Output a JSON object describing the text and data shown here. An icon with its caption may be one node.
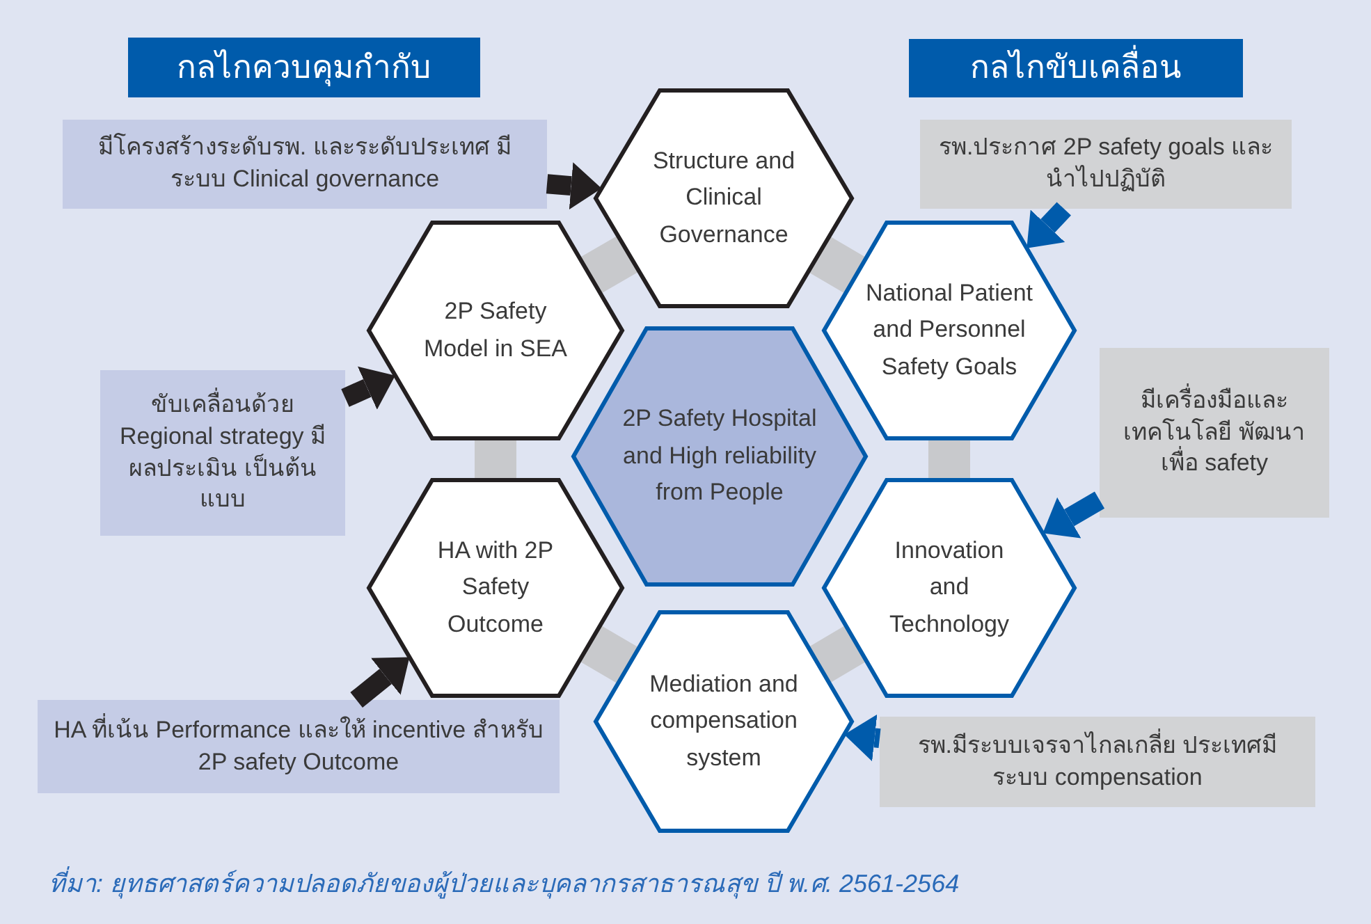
{
  "diagram": {
    "caption": "ที่มา: ยุทธศาสตร์ความปลอดภัยของผู้ป่วยและบุคลากรสาธารณสุข ปี พ.ศ. 2561-2564",
    "nodes": [
      {
        "text": [
          "กลไกควบคุมกำกับ"
        ]
      },
      {
        "text": [
          "กลไกขับเคลื่อน"
        ]
      },
      {
        "text": [
          "มีโครงสร้างระดับรพ. และระดับประเทศ มีระบบ Clinical governance"
        ]
      },
      {
        "text": [
          "Structure and Clinical Governance"
        ]
      },
      {
        "text": [
          "รพ.ประกาศ 2P safety goals และนำไปปฏิบัติ"
        ]
      },
      {
        "text": [
          "2P Safety Model in SEA"
        ]
      },
      {
        "text": [
          "National Patient and Personnel Safety Goals"
        ]
      },
      {
        "text": [
          "ขับเคลื่อนด้วย Regional strategy มีผลประเมิน เป็นต้นแบบ"
        ]
      },
      {
        "text": [
          "2P Safety Hospital and High reliability from People"
        ]
      },
      {
        "text": [
          "มีเครื่องมือและ เทคโนโลยี พัฒนาเพื่อ safety"
        ]
      },
      {
        "text": [
          "HA with 2P Safety Outcome"
        ]
      },
      {
        "text": [
          "Innovation and Technology"
        ]
      },
      {
        "text": [
          "HA ที่เน้น Performance และให้ incentive สำหรับ 2P safety Outcome"
        ]
      },
      {
        "text": [
          "Mediation and compensation system"
        ]
      },
      {
        "text": [
          "รพ.มีระบบเจรจาไกลเกลี่ย ประเทศมีระบบ compensation"
        ]
      }
    ],
    "edges": [
      {
        "from": 2,
        "to": 3,
        "arrow": "to",
        "color": "#231f20"
      },
      {
        "from": 4,
        "to": 6,
        "arrow": "to",
        "color": "#005bab"
      },
      {
        "from": 7,
        "to": 5,
        "arrow": "to",
        "color": "#231f20"
      },
      {
        "from": 9,
        "to": 11,
        "arrow": "to",
        "color": "#005bab"
      },
      {
        "from": 12,
        "to": 10,
        "arrow": "to",
        "color": "#231f20"
      },
      {
        "from": 14,
        "to": 13,
        "arrow": "to",
        "color": "#005bab"
      }
    ]
  }
}
